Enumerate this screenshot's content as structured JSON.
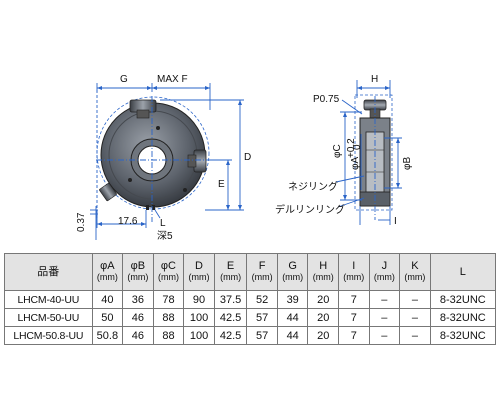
{
  "drawing": {
    "labels": {
      "g": "G",
      "max_f": "MAX F",
      "h": "H",
      "p075": "P0.75",
      "phi_c": "φC",
      "phi_a": "φA",
      "tol": "+0.2",
      "tol2": "0",
      "phi_b": "φB",
      "d": "D",
      "e": "E",
      "neji_ring": "ネジリング",
      "deru_ring": "デルリンリング",
      "dim_037": "0.37",
      "dim_176": "17.6",
      "l": "L",
      "depth": "深5",
      "i": "I"
    }
  },
  "table": {
    "headers": [
      {
        "label": "品番",
        "unit": ""
      },
      {
        "label": "φA",
        "unit": "(mm)"
      },
      {
        "label": "φB",
        "unit": "(mm)"
      },
      {
        "label": "φC",
        "unit": "(mm)"
      },
      {
        "label": "D",
        "unit": "(mm)"
      },
      {
        "label": "E",
        "unit": "(mm)"
      },
      {
        "label": "F",
        "unit": "(mm)"
      },
      {
        "label": "G",
        "unit": "(mm)"
      },
      {
        "label": "H",
        "unit": "(mm)"
      },
      {
        "label": "I",
        "unit": "(mm)"
      },
      {
        "label": "J",
        "unit": "(mm)"
      },
      {
        "label": "K",
        "unit": "(mm)"
      },
      {
        "label": "L",
        "unit": ""
      }
    ],
    "rows": [
      [
        "LHCM-40-UU",
        "40",
        "36",
        "78",
        "90",
        "37.5",
        "52",
        "39",
        "20",
        "7",
        "–",
        "–",
        "8-32UNC"
      ],
      [
        "LHCM-50-UU",
        "50",
        "46",
        "88",
        "100",
        "42.5",
        "57",
        "44",
        "20",
        "7",
        "–",
        "–",
        "8-32UNC"
      ],
      [
        "LHCM-50.8-UU",
        "50.8",
        "46",
        "88",
        "100",
        "42.5",
        "57",
        "44",
        "20",
        "7",
        "–",
        "–",
        "8-32UNC"
      ]
    ]
  }
}
